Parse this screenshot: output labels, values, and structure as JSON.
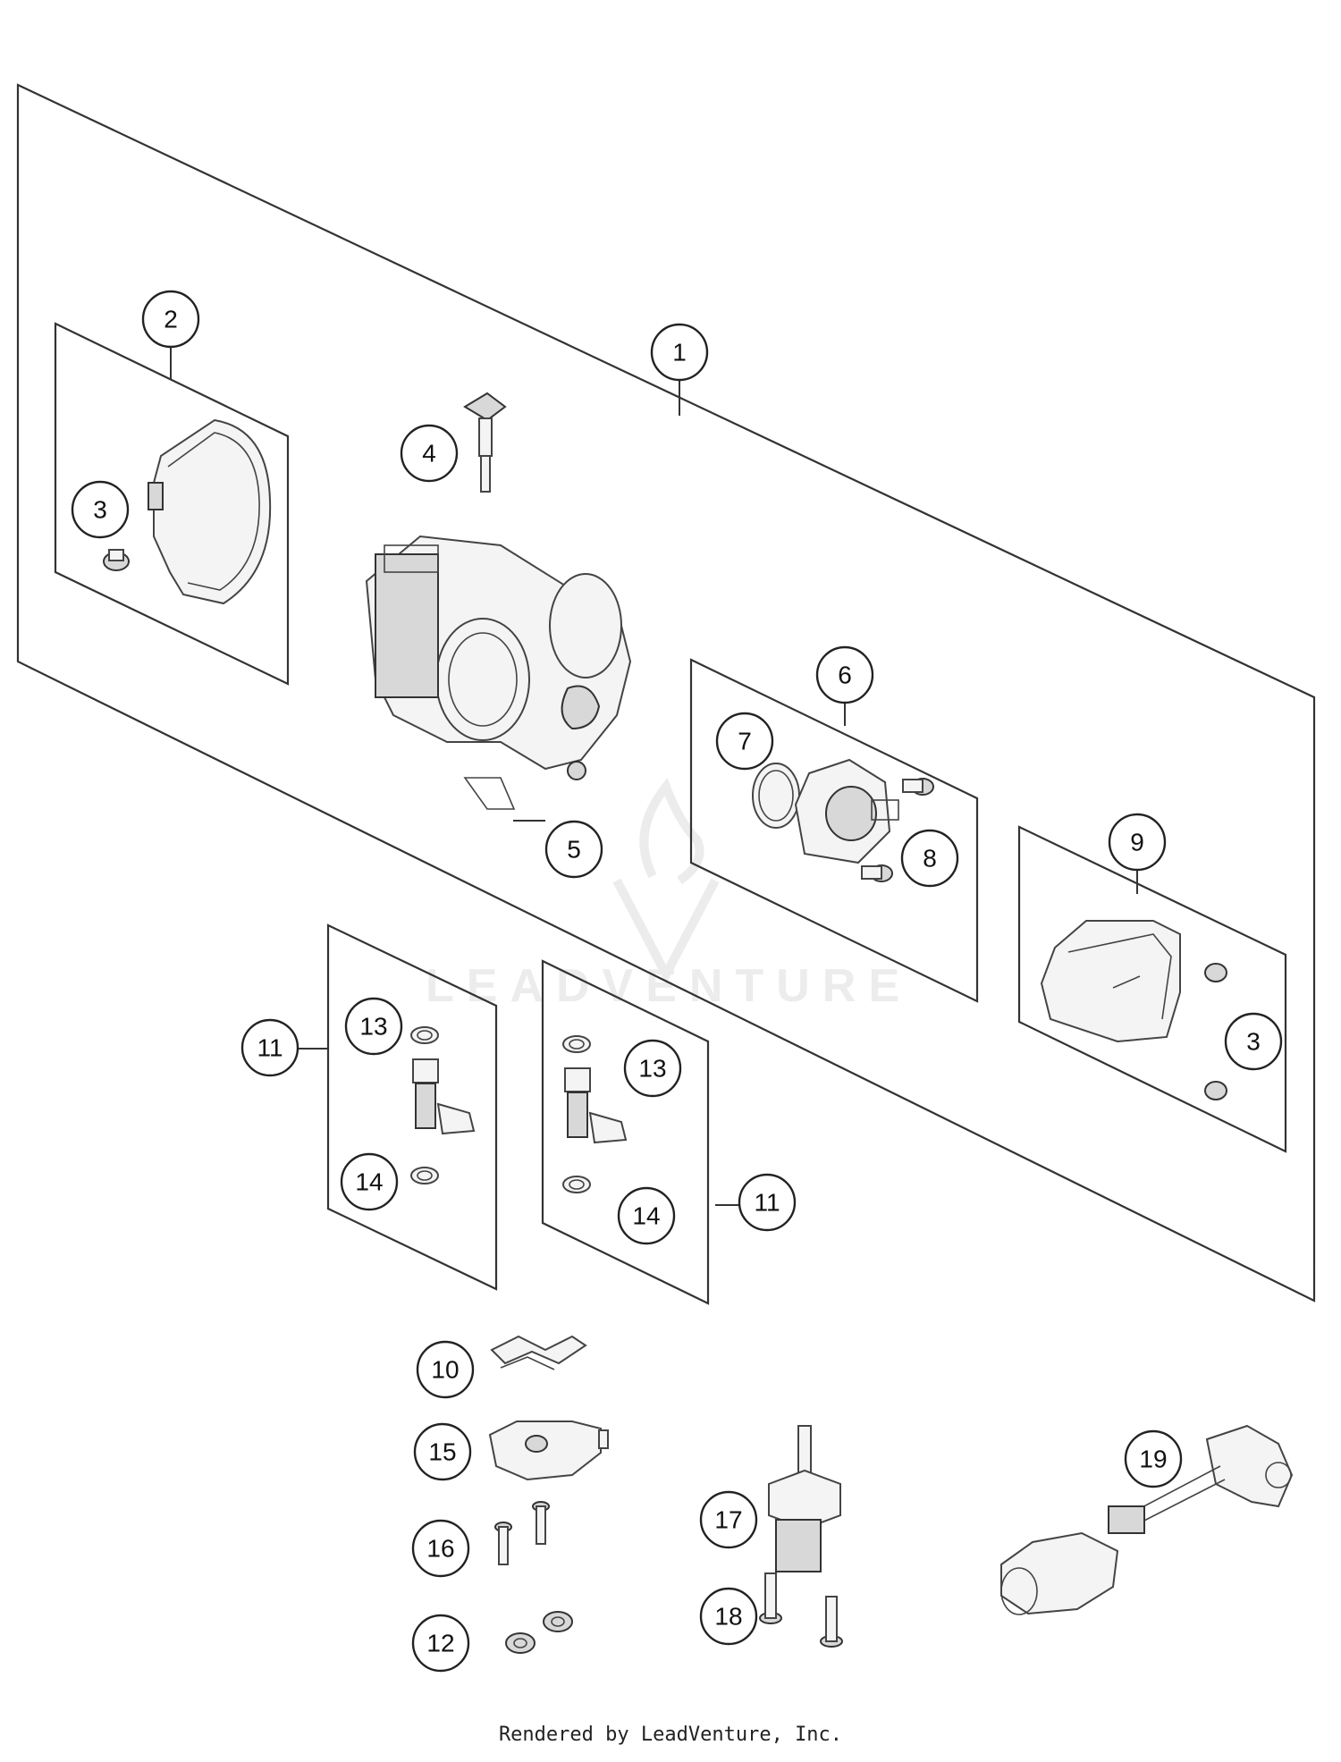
{
  "callouts": {
    "c1": "1",
    "c2": "2",
    "c3a": "3",
    "c3b": "3",
    "c4": "4",
    "c5": "5",
    "c6": "6",
    "c7": "7",
    "c8": "8",
    "c9": "9",
    "c10": "10",
    "c11a": "11",
    "c11b": "11",
    "c12": "12",
    "c13a": "13",
    "c13b": "13",
    "c14a": "14",
    "c14b": "14",
    "c15": "15",
    "c16": "16",
    "c17": "17",
    "c18": "18",
    "c19": "19"
  },
  "watermark": {
    "text": "LEADVENTURE"
  },
  "footer": {
    "text": "Rendered by LeadVenture, Inc."
  },
  "colors": {
    "line": "#333333",
    "background": "#ffffff",
    "watermark": "#ececec"
  }
}
